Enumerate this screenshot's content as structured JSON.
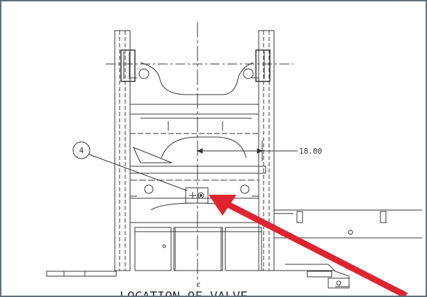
{
  "drawing": {
    "callout_number": "4",
    "dimension_value": "18.00",
    "caption": "LOCATION OF VALVE",
    "centerline_symbol": "ȼ"
  },
  "colors": {
    "line": "#333333",
    "arrow": "#e0242f",
    "frame": "#5f6e78",
    "background": "#ffffff"
  }
}
